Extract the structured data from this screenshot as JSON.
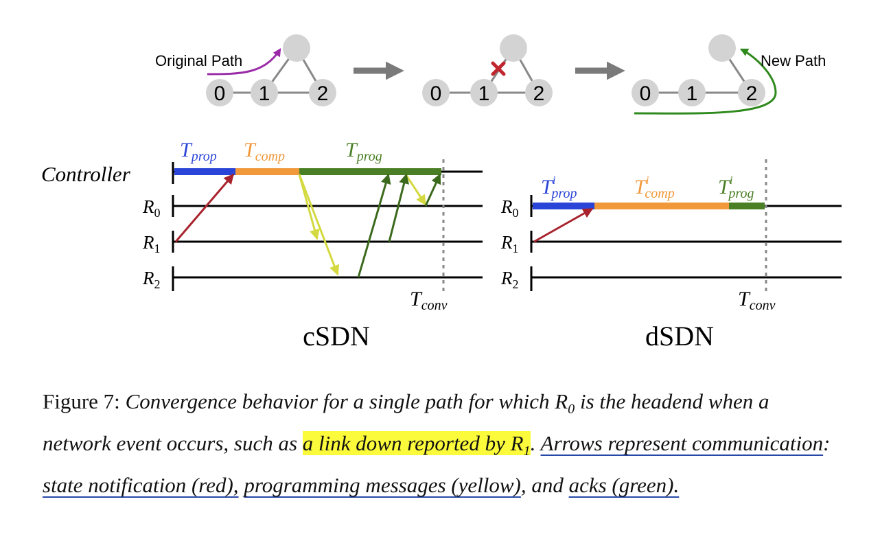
{
  "topology": {
    "original_path_label": "Original Path",
    "new_path_label": "New Path",
    "nodes": [
      "0",
      "1",
      "2"
    ],
    "failure_marker": "×"
  },
  "timeline": {
    "controller_label": "Controller",
    "rows": [
      "R",
      "R",
      "R"
    ],
    "row_subscripts": [
      "0",
      "1",
      "2"
    ],
    "T": "T",
    "prop_sub": "prop",
    "comp_sub": "comp",
    "prog_sub": "prog",
    "conv_sub": "conv",
    "superscript_i": "i",
    "csdn_title": "cSDN",
    "dsdn_title": "dSDN"
  },
  "colors": {
    "prop": "#2a44d8",
    "comp": "#f0983a",
    "prog": "#4a7f25",
    "notification_red": "#a8232e",
    "programming_yellow": "#d3d93e",
    "ack_green": "#3c6a1c",
    "original_path_purple": "#9a2aa8",
    "new_path_green": "#2f8a1e",
    "node_gray": "#d3d3d3",
    "caption_highlight": "#fbfb3c",
    "caption_underline": "#2848a8"
  },
  "caption": {
    "figure_label": "Figure 7:",
    "part1": "Convergence behavior for a single path for which R",
    "sub0": "0",
    "part2": " is the headend when a network event occurs, such as ",
    "highlight": "a link down reported by R",
    "highlight_sub": "1",
    "period": ".",
    "ul1": "Arrows represent communication",
    "colon": ": ",
    "ul2": "state notification (red),",
    "ul3": "programming messages (yellow)",
    "comma_and": ", and ",
    "ul4": "acks (green)."
  }
}
